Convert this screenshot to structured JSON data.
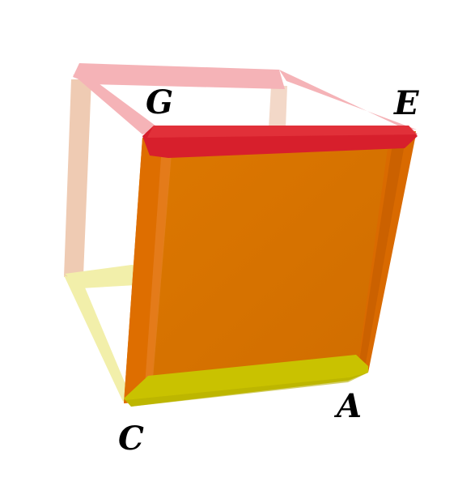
{
  "diagram": {
    "kind": "cube-frame-with-highlighted-face",
    "vertex_labels": {
      "G": "G",
      "E": "E",
      "A": "A",
      "C": "C"
    },
    "colors": {
      "front_face_fill": "#d97200",
      "front_frame_side": "#de6e00",
      "front_top_edge": "#d71f2c",
      "front_bottom_edge": "#c9c200",
      "back_top_edges": "#f5b3b7",
      "back_left_post": "#efcbb3",
      "back_bottom_edges": "#f2efaa",
      "back_right_post": "#f3d8c8"
    }
  }
}
